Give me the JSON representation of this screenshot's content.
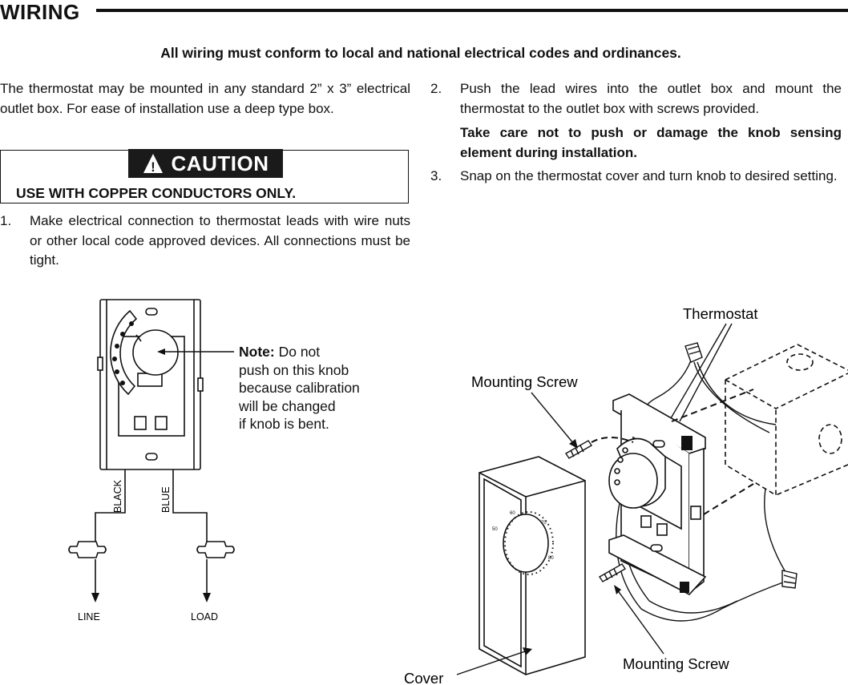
{
  "section_title": "WIRING",
  "notice": "All wiring must conform to local and national electrical codes and ordinances.",
  "intro": "The thermostat may be mounted in any standard 2” x 3” electrical outlet box. For ease of installation use a deep type box.",
  "caution": {
    "badge_symbol": "!",
    "badge_label": "CAUTION",
    "text": "USE WITH COPPER CONDUCTORS ONLY."
  },
  "steps": [
    {
      "num": "1.",
      "text": "Make electrical connection to thermostat leads with wire nuts or other local code approved devices. All connections must be tight."
    },
    {
      "num": "2.",
      "text": "Push the lead wires into the outlet box and mount the thermostat to the outlet box with screws provided.",
      "emphasis": "Take care not to push or damage the knob sensing element during installation."
    },
    {
      "num": "3.",
      "text": "Snap on the thermostat cover and turn knob to desired setting."
    }
  ],
  "wiring_diagram": {
    "note_bold": "Note:",
    "note_text": "Do not push on this knob because calibration will be changed if knob is bent.",
    "note_lines": [
      "push on this knob",
      "because calibration",
      "will be changed",
      "if knob is bent."
    ],
    "note_first_line_rest": "Do not",
    "wire_left": "BLACK",
    "wire_right": "BLUE",
    "terminal_left": "LINE",
    "terminal_right": "LOAD"
  },
  "assembly_diagram": {
    "label_thermostat": "Thermostat",
    "label_screw_top": "Mounting Screw",
    "label_screw_bottom": "Mounting Screw",
    "label_cover": "Cover",
    "dial_marks": [
      "60",
      "70",
      "50",
      "80"
    ]
  }
}
